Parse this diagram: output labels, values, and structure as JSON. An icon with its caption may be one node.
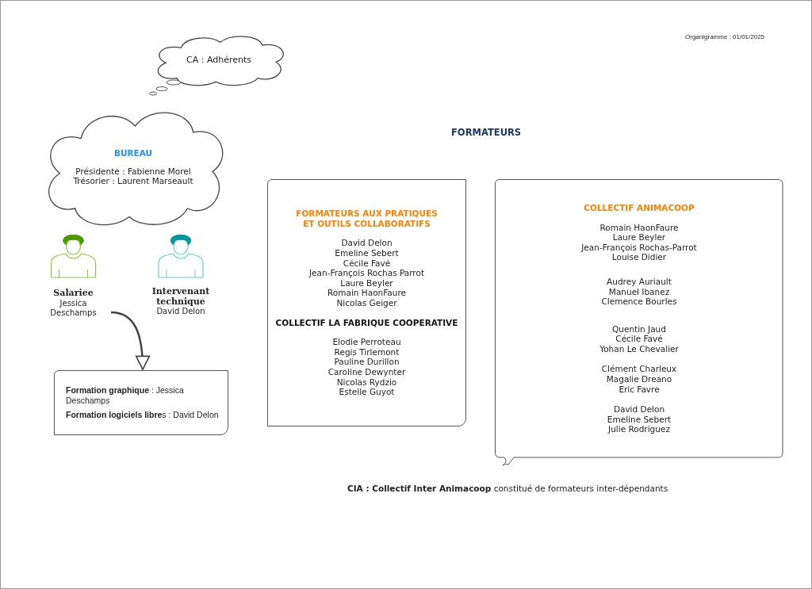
{
  "diagram": {
    "title": "FORMATEURS",
    "caption": "**CIA : Collectif Inter Animacoop** constitué de formateurs inter-dépendants",
    "nodes": [
      {
        "text": [
          "CA : Adhérents"
        ]
      },
      {
        "text": [
          "BUREAU",
          "Présidente : Fabienne Morel",
          "Trésorier : Laurent Marseault"
        ]
      },
      {
        "text": [
          "Salariee",
          "Jessica Deschamps"
        ]
      },
      {
        "text": [
          "Intervenant technique",
          "David Delon"
        ]
      },
      {
        "text": [
          "**Formation graphique** : Jessica Deschamps",
          "**Formation logiciels libre**s : David Delon"
        ]
      },
      {
        "text": [
          "FORMATEURS AUX PRATIQUES ET OUTILS COLLABORATIFS",
          "David Delon",
          "Emeline Sebert",
          "Cécile Favé",
          "Jean-François Rochas Parrot",
          "Laure Beyler",
          "Romain HaonFaure",
          "Nicolas Geiger",
          "COLLECTIF LA FABRIQUE COOPERATIVE",
          "Elodie Perroteau",
          "Regis Tirlemont",
          "Pauline Durillon",
          "Caroline Dewynter",
          "Nicolas Rydzio",
          "Estelle Guyot"
        ]
      },
      {
        "text": [
          "COLLECTIF ANIMACOOP",
          "Romain HaonFaure",
          "Laure Beyler",
          "Jean-François Rochas-Parrot",
          "Louise Didier",
          "Audrey Auriault",
          "Manuel Ibanez",
          "Clemence Bourles",
          "Quentin Jaud",
          "Cécile Favé",
          "Yohan Le Chevalier",
          "Clément Charleux",
          "Magalie Dreano",
          "Eric Favre",
          "David Delon",
          "Emeline Sebert",
          "Julie Rodriguez"
        ]
      }
    ],
    "edges": [
      {
        "from": 2,
        "to": 4,
        "arrow": "to"
      }
    ],
    "labels": [
      "Organigramme : 01/01/2025"
    ]
  }
}
